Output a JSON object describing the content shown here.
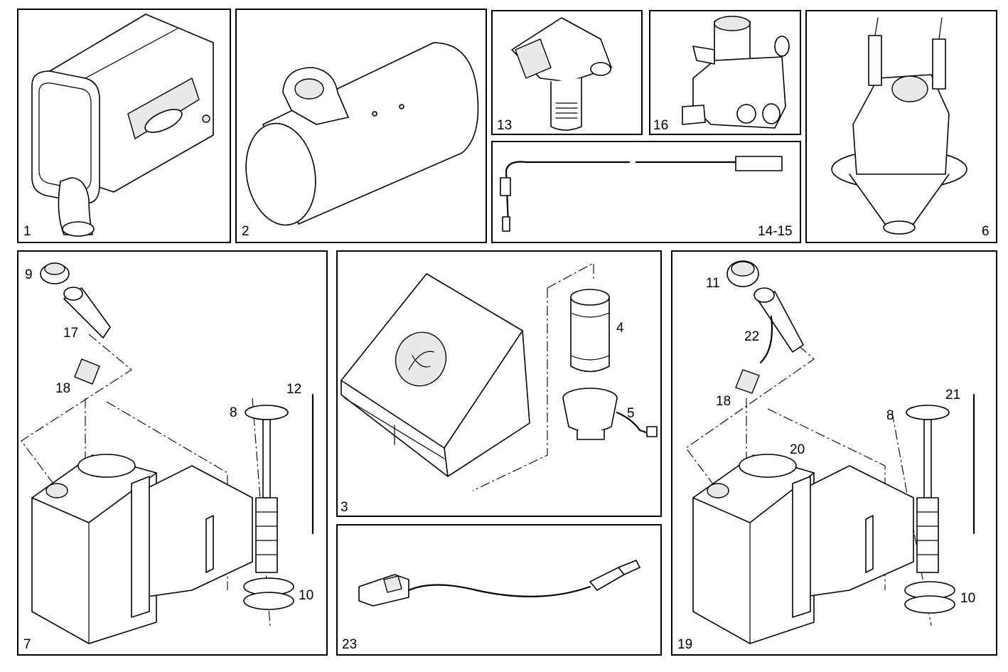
{
  "labels": {
    "p1": "1",
    "p2": "2",
    "p13": "13",
    "p16": "16",
    "p14_15": "14-15",
    "p6": "6",
    "p7": "7",
    "p9": "9",
    "p17": "17",
    "p18a": "18",
    "p8a": "8",
    "p12": "12",
    "p10a": "10",
    "p3": "3",
    "p4": "4",
    "p5": "5",
    "p23": "23",
    "p19": "19",
    "p11": "11",
    "p22": "22",
    "p18b": "18",
    "p8b": "8",
    "p21": "21",
    "p20": "20",
    "p10b": "10"
  }
}
